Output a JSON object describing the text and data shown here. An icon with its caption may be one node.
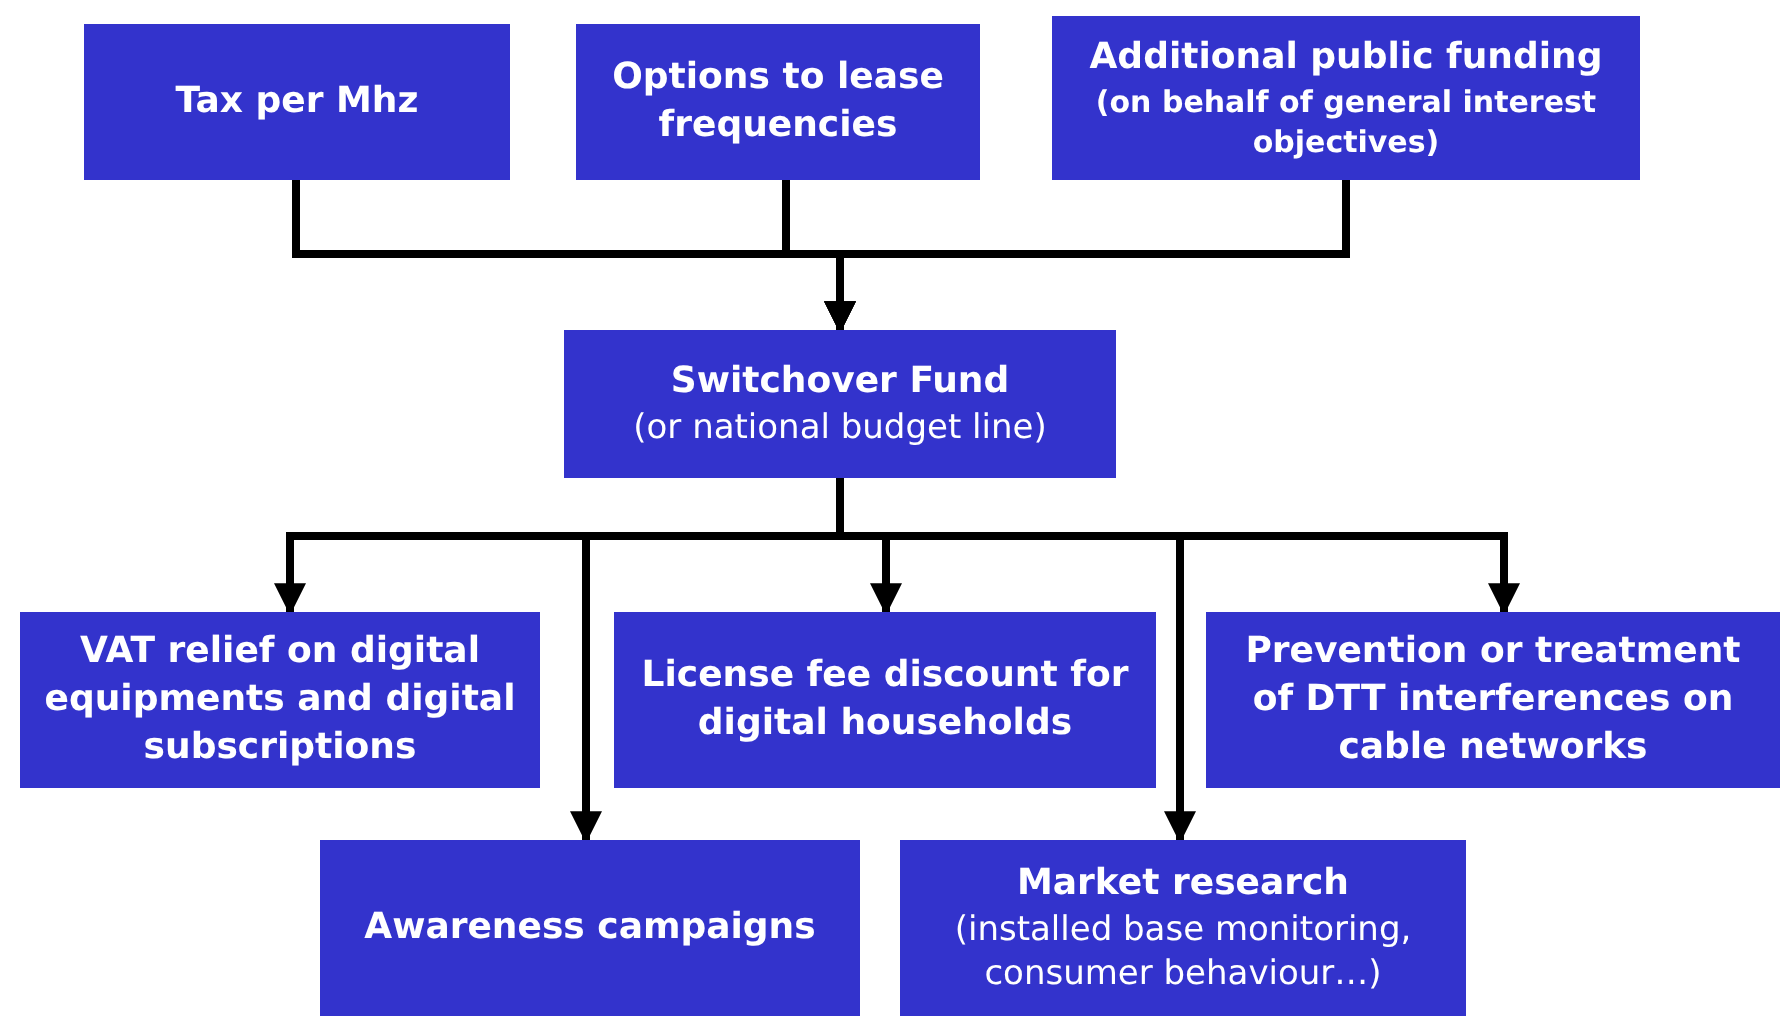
{
  "diagram": {
    "nodes": [
      {
        "text": [
          "Tax per Mhz"
        ]
      },
      {
        "text": [
          "Options to lease frequencies"
        ]
      },
      {
        "text": [
          "Additional public funding",
          "(on behalf of general interest objectives)"
        ]
      },
      {
        "text": [
          "Switchover Fund",
          "(or national budget line)"
        ]
      },
      {
        "text": [
          "VAT relief on digital equipments and digital subscriptions"
        ]
      },
      {
        "text": [
          "License fee discount for digital households"
        ]
      },
      {
        "text": [
          "Prevention or treatment of DTT interferences on cable networks"
        ]
      },
      {
        "text": [
          "Awareness campaigns"
        ]
      },
      {
        "text": [
          "Market research",
          "(installed base monitoring, consumer behaviour…)"
        ]
      }
    ],
    "edges": [
      {
        "from": 0,
        "to": 3,
        "arrow": "to"
      },
      {
        "from": 1,
        "to": 3,
        "arrow": "to"
      },
      {
        "from": 2,
        "to": 3,
        "arrow": "to"
      },
      {
        "from": 3,
        "to": 4,
        "arrow": "to"
      },
      {
        "from": 3,
        "to": 7,
        "arrow": "to"
      },
      {
        "from": 3,
        "to": 5,
        "arrow": "to"
      },
      {
        "from": 3,
        "to": 8,
        "arrow": "to"
      },
      {
        "from": 3,
        "to": 6,
        "arrow": "to"
      }
    ]
  }
}
